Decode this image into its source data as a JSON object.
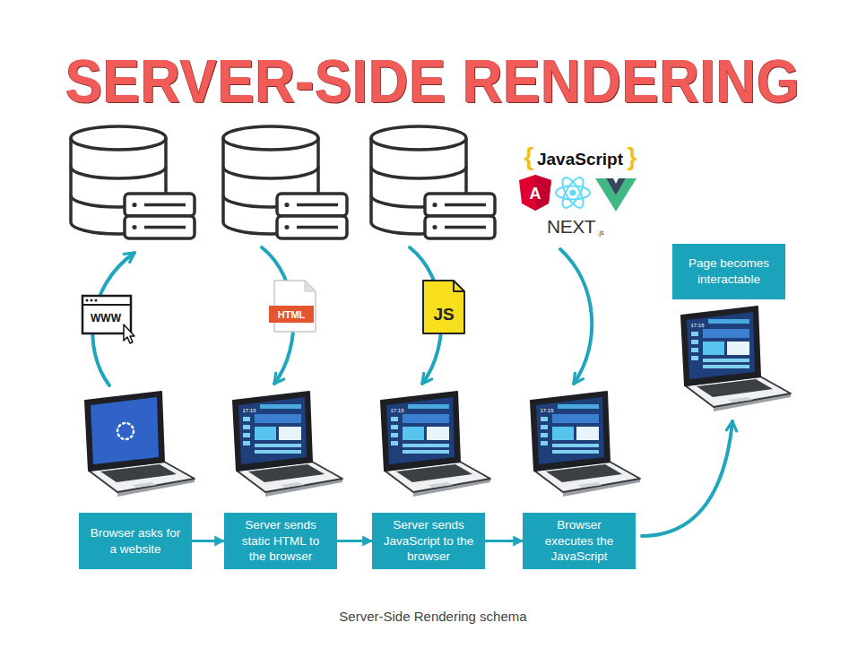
{
  "diagram": {
    "title": "SERVER-SIDE RENDERING",
    "caption": "Server-Side Rendering schema",
    "nodes": [
      {
        "text": [
          "Browser asks for a website"
        ]
      },
      {
        "text": [
          "Server sends static HTML to the browser"
        ]
      },
      {
        "text": [
          "Server sends JavaScript to the browser"
        ]
      },
      {
        "text": [
          "Browser executes the JavaScript"
        ]
      },
      {
        "text": [
          "Page becomes interactable"
        ]
      }
    ],
    "edges": [
      {
        "from": 0,
        "to": 1,
        "arrow": "to"
      },
      {
        "from": 1,
        "to": 2,
        "arrow": "to"
      },
      {
        "from": 2,
        "to": 3,
        "arrow": "to"
      }
    ],
    "labels": [
      "{",
      "JavaScript",
      "}",
      "A",
      "NEXT",
      ".js",
      "WWW",
      "HTML",
      "JS",
      "17:15",
      "17:15",
      "17:15",
      "17:15"
    ]
  }
}
